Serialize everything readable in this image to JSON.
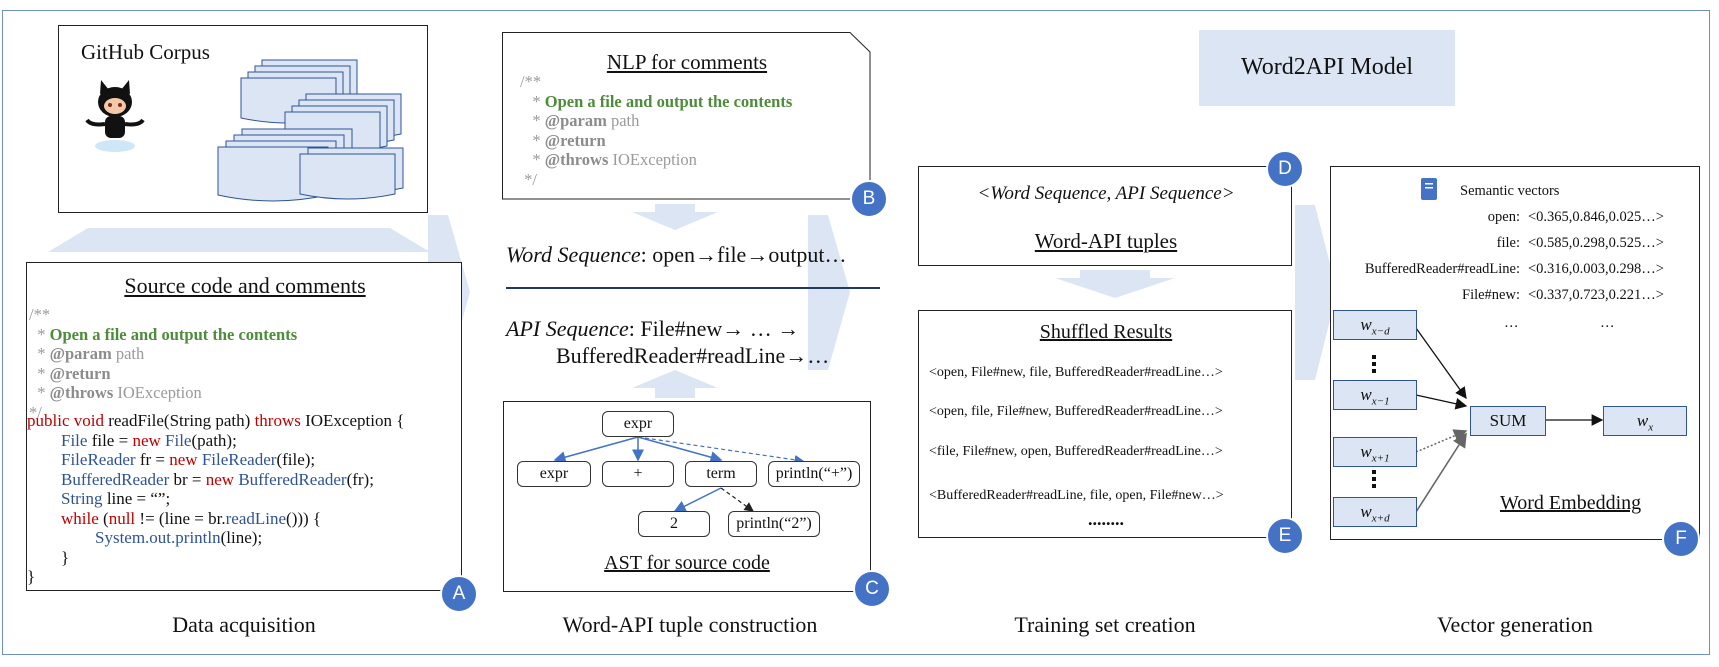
{
  "model_title": "Word2API Model",
  "panel_a": {
    "corpus_label": "GitHub Corpus",
    "title": "Source code and comments",
    "comment_open": "/**",
    "comment_star1": "  * ",
    "comment_summary": "Open a file and output the contents",
    "tag_param": "@param",
    "param_text": " path",
    "tag_return": "@return",
    "tag_throws": "@throws",
    "throws_text": " IOException",
    "comment_close": "*/",
    "code": {
      "l1_kw": "public void",
      "l1_rest": " readFile(String path) ",
      "l1_kw2": "throws",
      "l1_end": " IOException {",
      "l2_ty": "File",
      "l2_a": " file = ",
      "l2_kw": "new",
      "l2_ty2": " File",
      "l2_end": "(path);",
      "l3_ty": "FileReader",
      "l3_a": " fr = ",
      "l3_kw": "new",
      "l3_ty2": " FileReader",
      "l3_end": "(file);",
      "l4_ty": "BufferedReader",
      "l4_a": " br = ",
      "l4_kw": "new",
      "l4_ty2": " BufferedReader",
      "l4_end": "(fr);",
      "l5_ty": "String",
      "l5_end": " line = “”;",
      "l6_kw": "while",
      "l6_a": " (",
      "l6_kw2": "null",
      "l6_b": " != (line = br.",
      "l6_ty": "readLine",
      "l6_end": "())) {",
      "l7": "System.out.println",
      "l7_end": "(line);",
      "l8": "}",
      "l9": "}"
    },
    "badge": "A",
    "stage": "Data acquisition"
  },
  "panel_b": {
    "title": "NLP for comments",
    "badge": "B",
    "word_seq_label": "Word Sequence",
    "word_seq_text": ": open→file→output…",
    "api_seq_label": "API  Sequence",
    "api_seq_line1": ":  File#new→  …  →",
    "api_seq_line2": "BufferedReader#readLine→…"
  },
  "panel_c": {
    "ast_title": "AST for source code",
    "nodes": {
      "root": "expr",
      "n1": "expr",
      "n2": "+",
      "n3": "term",
      "n4": "println(“+”)",
      "n5": "2",
      "n6": "println(“2”)"
    },
    "badge": "C",
    "stage": "Word-API tuple construction"
  },
  "panel_d": {
    "pair_text": "<Word Sequence, API Sequence>",
    "title": "Word-API tuples",
    "badge": "D"
  },
  "panel_e": {
    "title": "Shuffled Results",
    "rows": [
      "<open, File#new, file, BufferedReader#readLine…>",
      "<open, file, File#new, BufferedReader#readLine…>",
      "<file, File#new, open, BufferedReader#readLine…>",
      "<BufferedReader#readLine, file, open, File#new…>"
    ],
    "ellipsis": "........",
    "badge": "E",
    "stage": "Training set creation"
  },
  "panel_f": {
    "sv_title": "Semantic vectors",
    "vectors": [
      {
        "word": "open:",
        "vec": "<0.365,0.846,0.025…>"
      },
      {
        "word": "file:",
        "vec": "<0.585,0.298,0.525…>"
      },
      {
        "word": "BufferedReader#readLine:",
        "vec": "<0.316,0.003,0.298…>"
      },
      {
        "word": "File#new:",
        "vec": "<0.337,0.723,0.221…>"
      }
    ],
    "dots": "…",
    "w_base": "w",
    "w_subs": [
      "x−d",
      "x−1",
      "x+1",
      "x+d"
    ],
    "w_out_sub": "x",
    "sum_label": "SUM",
    "embed_title": "Word Embedding",
    "badge": "F",
    "stage": "Vector generation"
  },
  "colors": {
    "accent": "#4472c4",
    "arrow_fill": "#dbe5f3",
    "comment_green": "#4e8b3a",
    "keyword_red": "#c00000",
    "type_blue": "#2e5395"
  }
}
